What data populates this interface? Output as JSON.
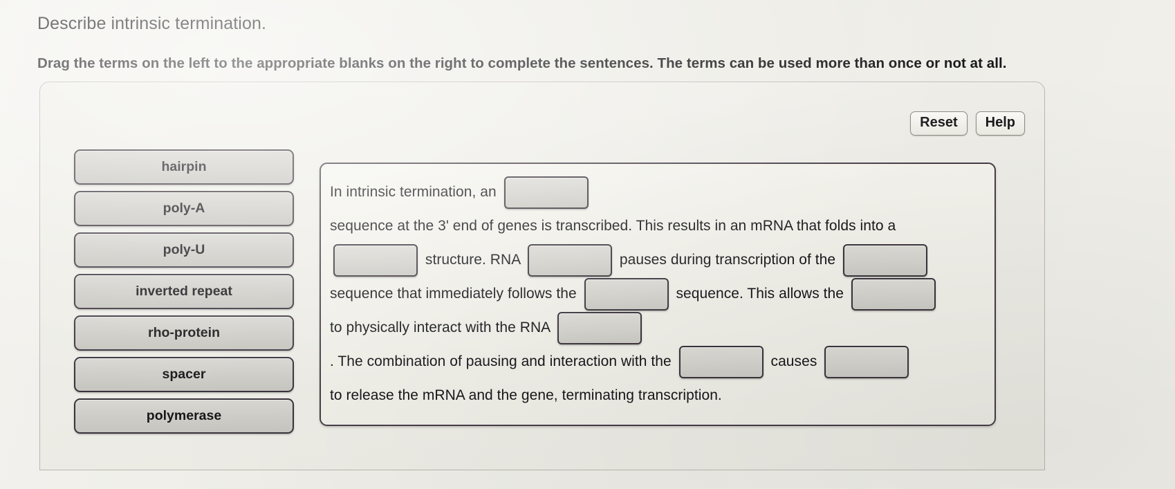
{
  "question": {
    "title": "Describe intrinsic termination.",
    "instructions": "Drag the terms on the left to the appropriate blanks on the right to complete the sentences. The terms can be used more than once or not at all."
  },
  "toolbar": {
    "reset_label": "Reset",
    "help_label": "Help"
  },
  "term_bank": {
    "items": [
      {
        "label": "hairpin"
      },
      {
        "label": "poly-A"
      },
      {
        "label": "poly-U"
      },
      {
        "label": "inverted repeat"
      },
      {
        "label": "rho-protein"
      },
      {
        "label": "spacer"
      },
      {
        "label": "polymerase"
      }
    ]
  },
  "sentence": {
    "segments": [
      {
        "type": "text",
        "value": "In intrinsic termination, an"
      },
      {
        "type": "blank",
        "index": 1,
        "value": ""
      },
      {
        "type": "text",
        "value": "sequence at the 3' end of genes is transcribed. This results in an mRNA that folds into a"
      },
      {
        "type": "blank",
        "index": 2,
        "value": ""
      },
      {
        "type": "text",
        "value": "structure. RNA"
      },
      {
        "type": "blank",
        "index": 3,
        "value": ""
      },
      {
        "type": "text",
        "value": "pauses during transcription of the"
      },
      {
        "type": "blank",
        "index": 4,
        "value": ""
      },
      {
        "type": "text",
        "value": "sequence that immediately follows the"
      },
      {
        "type": "blank",
        "index": 5,
        "value": ""
      },
      {
        "type": "text",
        "value": "sequence. This allows the"
      },
      {
        "type": "blank",
        "index": 6,
        "value": ""
      },
      {
        "type": "text",
        "value": "to physically interact with the RNA"
      },
      {
        "type": "blank",
        "index": 7,
        "value": ""
      },
      {
        "type": "text",
        "value": ". The combination of pausing and interaction with the"
      },
      {
        "type": "blank",
        "index": 8,
        "value": ""
      },
      {
        "type": "text",
        "value": "causes"
      },
      {
        "type": "blank",
        "index": 9,
        "value": ""
      },
      {
        "type": "text",
        "value": "to release the mRNA and the gene, terminating transcription."
      }
    ]
  },
  "colors": {
    "page_background": "#efeee8",
    "tile_fill": "#d2d1cb",
    "tile_border": "#39323c",
    "blank_fill": "#d6d5cf",
    "card_fill": "#f2f1ea",
    "text": "#17171a"
  }
}
